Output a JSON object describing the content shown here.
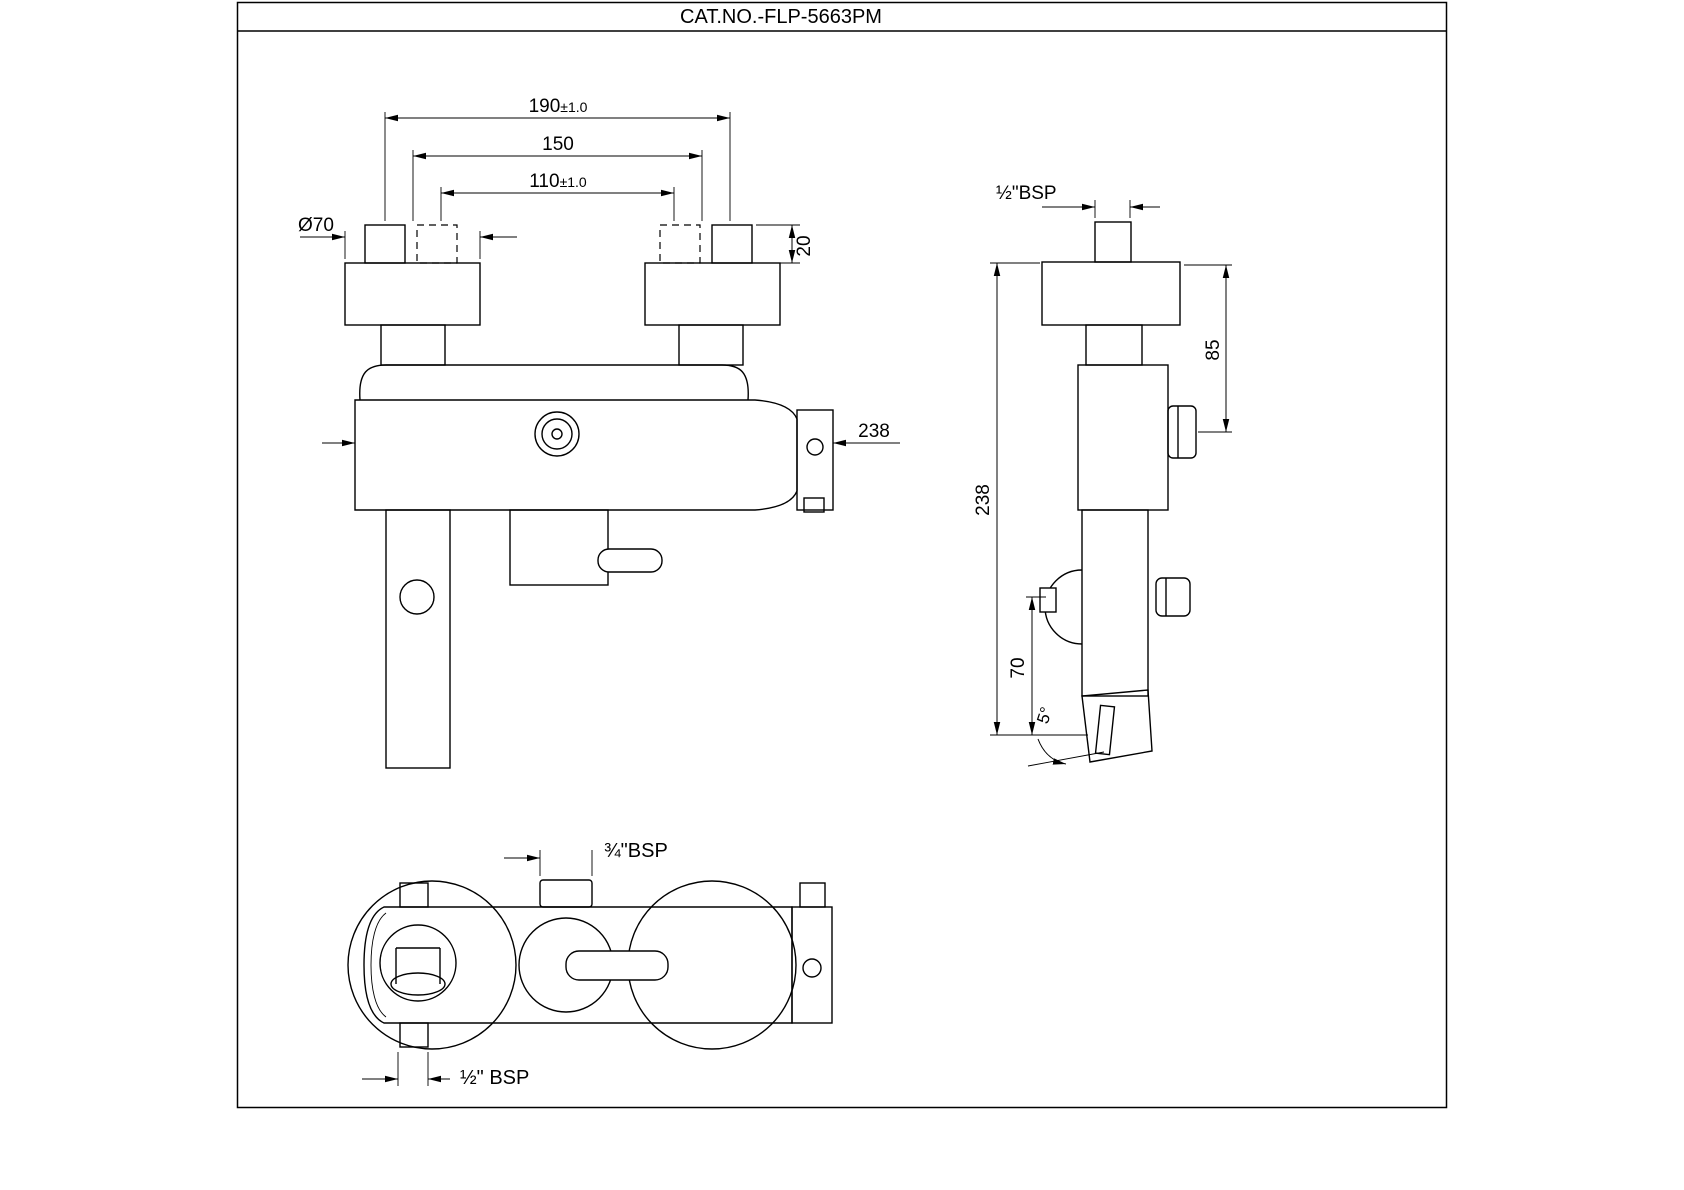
{
  "title_block": {
    "cat_no": "CAT.NO.-FLP-5663PM"
  },
  "front_view": {
    "dim_190_value": "190",
    "dim_190_tol": "±1.0",
    "dim_150": "150",
    "dim_110_value": "110",
    "dim_110_tol": "±1.0",
    "dim_dia70": "Ø70",
    "dim_20": "20",
    "dim_238": "238"
  },
  "side_view": {
    "thread_label": "½\"BSP",
    "dim_85": "85",
    "dim_238": "238",
    "dim_70": "70",
    "angle_label": "5°"
  },
  "bottom_view": {
    "top_thread_label": "¾\"BSP",
    "bottom_thread_label": "½\" BSP"
  }
}
